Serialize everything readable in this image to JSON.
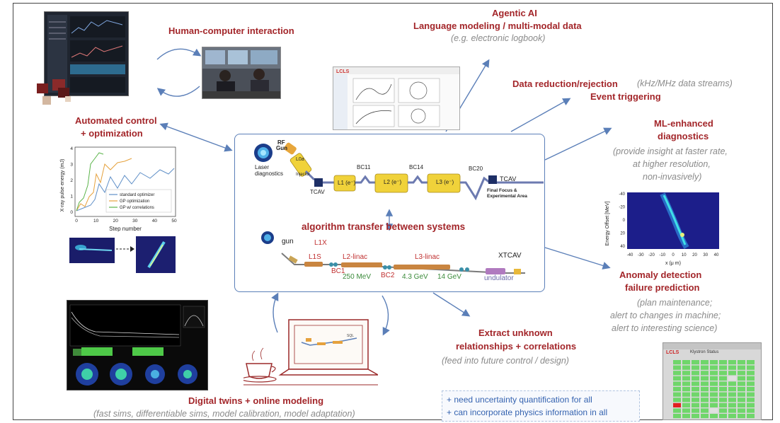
{
  "labels": {
    "hci": "Human-computer interaction",
    "agentic_title": "Agentic AI",
    "agentic_sub": "Language modeling / multi-modal data",
    "agentic_eg": "(e.g. electronic logbook)",
    "data_red_red": "Data reduction/rejection",
    "data_red_grey": "(kHz/MHz data streams)",
    "event_trig": "Event triggering",
    "auto_ctrl_1": "Automated control",
    "auto_ctrl_2": "+ optimization",
    "ml_diag_1": "ML-enhanced",
    "ml_diag_2": "diagnostics",
    "ml_diag_g1": "(provide insight at faster rate,",
    "ml_diag_g2": "at higher resolution,",
    "ml_diag_g3": "non-invasively)",
    "algo_transfer": "algorithm transfer between systems",
    "anomaly_1": "Anomaly detection",
    "anomaly_2": "failure prediction",
    "anomaly_g1": "(plan maintenance;",
    "anomaly_g2": "alert to changes in machine;",
    "anomaly_g3": "alert to interesting science)",
    "extract_1": "Extract unknown",
    "extract_2": "relationships + correlations",
    "extract_g": "(feed into future control / design)",
    "twins_red": "Digital twins + online modeling",
    "twins_grey": "(fast sims, differentiable sims, model calibration, model adaptation)",
    "note_1": "+ need uncertainty quantification for all",
    "note_2": "+ can incorporate physics information in all"
  },
  "beamline_top": {
    "laser": "Laser",
    "laser2": "diagnostics",
    "rf": "RF",
    "gun": "Gun",
    "lcls": "L0a",
    "injector": "Injector",
    "tcav1": "TCAV",
    "l1": "L1 (e⁻)",
    "bc11": "BC11",
    "l2": "L2 (e⁻)",
    "bc14": "BC14",
    "l3": "L3 (e⁻)",
    "bc20": "BC20",
    "tcav2": "TCAV",
    "final1": "Final Focus &",
    "final2": "Experimental Area"
  },
  "beamline_bottom": {
    "gun": "gun",
    "l1x": "L1X",
    "l1s": "L1S",
    "bc1": "BC1",
    "l2": "L2-linac",
    "e250": "250 MeV",
    "bc2": "BC2",
    "e43": "4.3 GeV",
    "l3": "L3-linac",
    "e14": "14 GeV",
    "xtcav": "XTCAV",
    "und": "undulator"
  },
  "opt_chart": {
    "ylabel": "X-ray pulse energy (mJ)",
    "xlabel": "Step number",
    "xticks": [
      "0",
      "10",
      "20",
      "30",
      "40",
      "50"
    ],
    "yticks": [
      "0",
      "1",
      "2",
      "3",
      "4"
    ],
    "legend": [
      "standard optimizer",
      "GP optimization",
      "GP w/ correlations"
    ],
    "colors": [
      "#5f8fc7",
      "#e5a13c",
      "#5bb44a"
    ]
  },
  "heatmap": {
    "ylabel": "Energy Offset [MeV]",
    "xlabel": "x (μ m)",
    "xticks": [
      "-40",
      "-30",
      "-20",
      "-10",
      "0",
      "10",
      "20",
      "30",
      "40"
    ],
    "yticks": [
      "-40",
      "-20",
      "0",
      "20",
      "40"
    ]
  },
  "klystron": {
    "header": "Klystron Status",
    "lcls": "LCLS",
    "rows": 11,
    "cols": 9
  },
  "logbook": {
    "header": "LCLS"
  },
  "laptop_tag": "SQL"
}
